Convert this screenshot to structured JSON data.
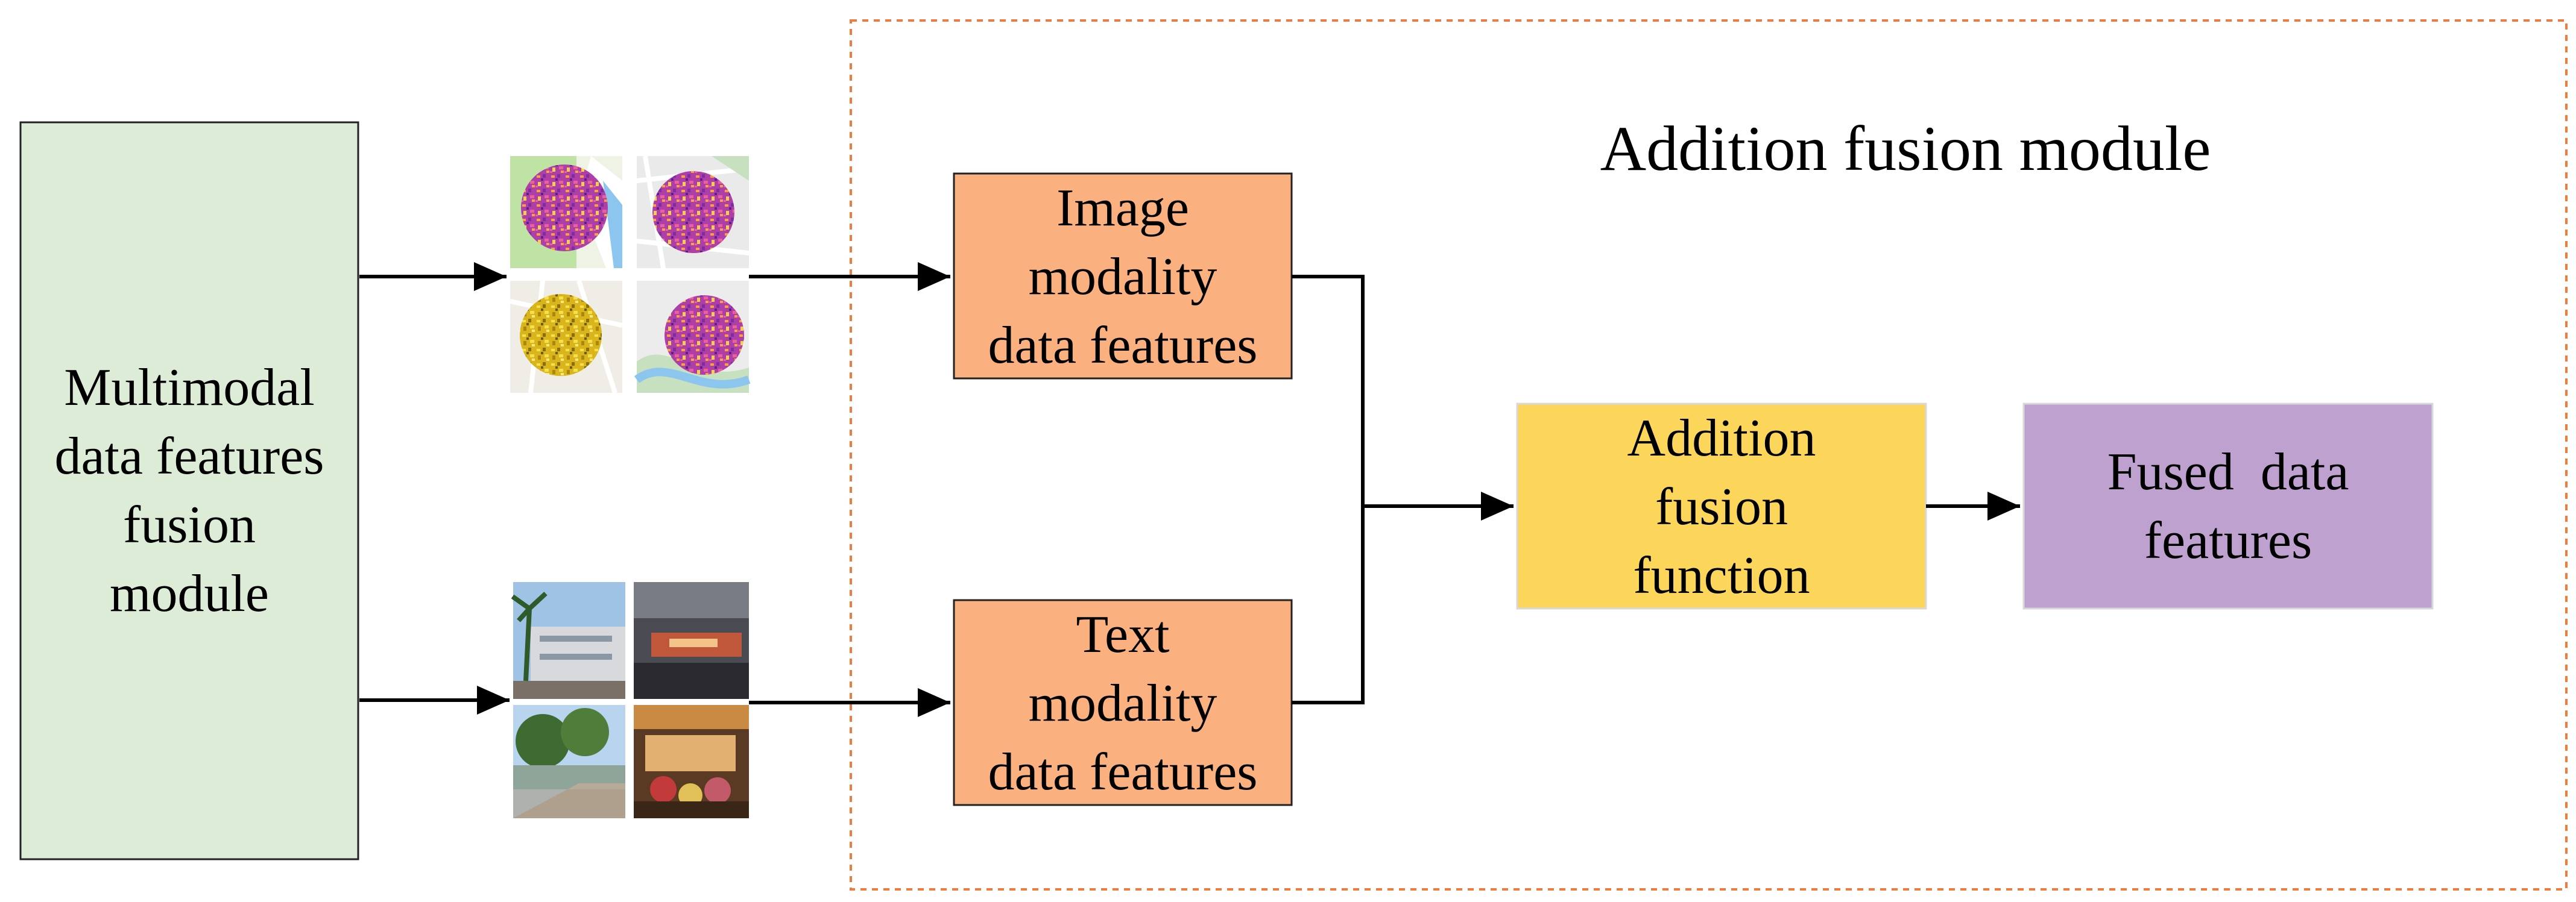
{
  "title": "Addition fusion module",
  "nodes": {
    "multimodal": {
      "lines": [
        "Multimodal",
        "data features",
        "fusion",
        "module"
      ],
      "fill": "#dcecd6"
    },
    "image_features": {
      "lines": [
        "Image",
        "modality",
        "data features"
      ],
      "fill": "#fbb080"
    },
    "text_features": {
      "lines": [
        "Text",
        "modality",
        "data features"
      ],
      "fill": "#fbb080"
    },
    "addition_function": {
      "lines": [
        "Addition",
        "fusion",
        "function"
      ],
      "fill": "#fcd65a"
    },
    "fused_features": {
      "lines": [
        "Fused  data",
        "features"
      ],
      "fill": "#bfa1cf"
    }
  },
  "image_grid": {
    "description_icons": [
      "map-tile-icon",
      "map-tile-icon",
      "map-tile-icon",
      "map-tile-icon"
    ]
  },
  "text_grid": {
    "description_icons": [
      "street-photo-icon",
      "storefront-photo-icon",
      "plaza-photo-icon",
      "shop-interior-photo-icon"
    ]
  },
  "colors": {
    "module_border": "#f07b3f",
    "arrow": "#000000",
    "box_border": "#222222"
  }
}
